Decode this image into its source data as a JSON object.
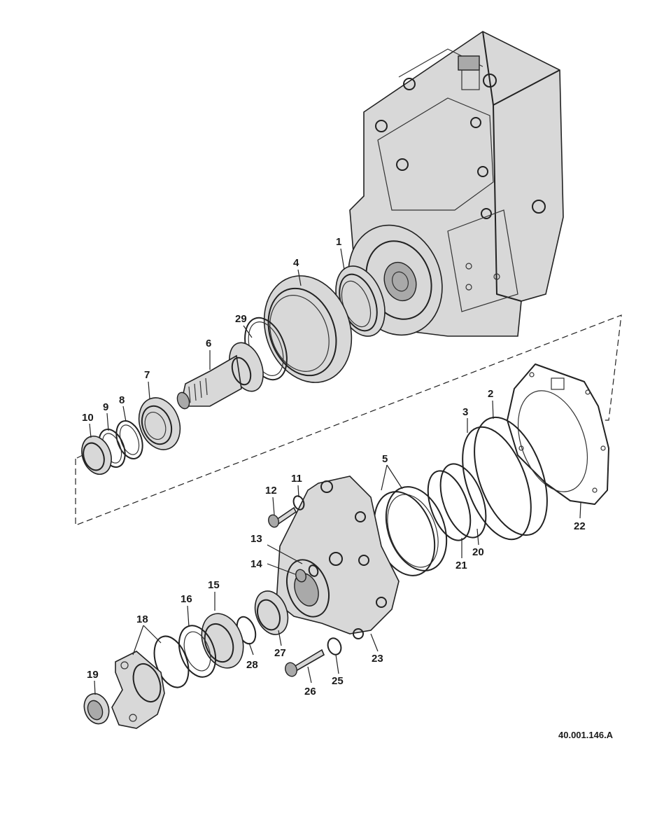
{
  "diagram": {
    "reference_code": "40.001.146.A",
    "callouts": [
      "1",
      "2",
      "3",
      "4",
      "5",
      "6",
      "7",
      "8",
      "9",
      "10",
      "11",
      "12",
      "13",
      "14",
      "15",
      "16",
      "18",
      "19",
      "20",
      "21",
      "22",
      "23",
      "25",
      "26",
      "27",
      "28",
      "29"
    ]
  }
}
